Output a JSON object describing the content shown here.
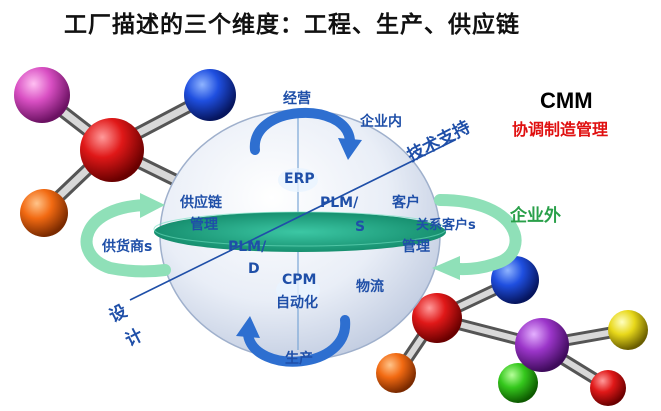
{
  "title": "工厂描述的三个维度：工程、生产、供应链",
  "side_title": "CMM",
  "side_subtitle": "协调制造管理",
  "labels": {
    "jingying": "经营",
    "qiye_nei": "企业内",
    "jishu_zhichi": "技术支持",
    "erp": "ERP",
    "gongyinglian_1": "供应链",
    "gongyinglian_2": "管理",
    "plm_s_1": "PLM/",
    "plm_s_2": "S",
    "kehu_1": "客户",
    "kehu_2": "关系客户s",
    "kehu_3": "管理",
    "qiye_wai": "企业外",
    "gonghuoshang": "供货商s",
    "plm_d_1": "PLM/",
    "plm_d_2": "D",
    "cpm_1": "CPM",
    "cpm_2": "自动化",
    "wuliu": "物流",
    "sheji_1": "设",
    "sheji_2": "计",
    "shengchan": "生产"
  },
  "colors": {
    "accent_blue": "#1f4fa8",
    "red_subtitle": "#e01010",
    "green_label": "#2aa04a",
    "disc_green": "#1c9c78"
  }
}
